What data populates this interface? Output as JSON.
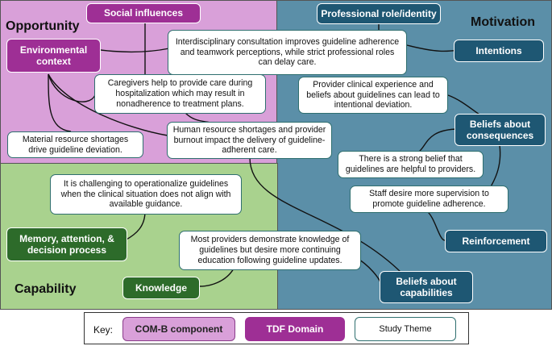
{
  "quadrants": {
    "opportunity": "Opportunity",
    "motivation": "Motivation",
    "capability": "Capability"
  },
  "tdf_domains": {
    "social_influences": "Social influences",
    "environmental_context": "Environmental context",
    "professional_role": "Professional role/identity",
    "intentions": "Intentions",
    "beliefs_consequences": "Beliefs about consequences",
    "memory": "Memory, attention, & decision process",
    "knowledge": "Knowledge",
    "reinforcement": "Reinforcement",
    "beliefs_capabilities": "Beliefs about capabilities"
  },
  "themes": {
    "interdisciplinary": "Interdisciplinary consultation improves guideline adherence and teamwork perceptions, while strict professional roles can delay care.",
    "caregivers": "Caregivers help to provide care during hospitalization which may result in nonadherence to treatment plans.",
    "provider_experience": "Provider clinical experience and beliefs about guidelines can lead to intentional deviation.",
    "material_shortages": "Material resource shortages drive guideline deviation.",
    "human_resource": "Human resource shortages and provider burnout impact the delivery of guideline-adherent care.",
    "strong_belief": "There is a strong belief that guidelines are helpful to providers.",
    "operationalize": "It is challenging to operationalize guidelines when the clinical situation does not align with available guidance.",
    "supervision": "Staff desire more supervision to promote guideline adherence.",
    "knowledge_theme": "Most providers demonstrate knowledge of guidelines but desire more continuing education following guideline updates."
  },
  "key": {
    "label": "Key:",
    "comb": "COM-B component",
    "tdf": "TDF Domain",
    "theme": "Study Theme"
  },
  "colors": {
    "opportunity_bg": "#d9a0d9",
    "motivation_bg": "#5b8fa8",
    "capability_bg": "#a9d28e",
    "tdf_purple": "#9e2f95",
    "tdf_teal": "#1e5773",
    "tdf_green": "#2d6b2a"
  }
}
